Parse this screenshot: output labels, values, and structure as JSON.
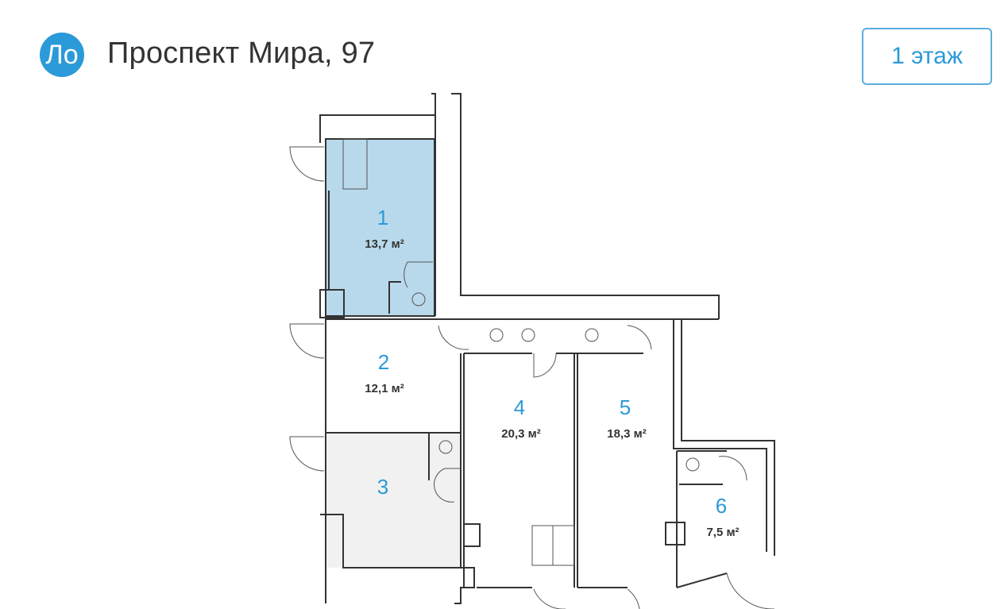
{
  "header": {
    "logo_text": "Ло",
    "title": "Проспект Мира, 97",
    "floor_button": "1 этаж"
  },
  "colors": {
    "accent": "#2b9ad8",
    "room_selected": "#b8d9ec",
    "room_grey": "#f1f1f1"
  },
  "rooms": [
    {
      "number": "1",
      "area": "13,7 м²"
    },
    {
      "number": "2",
      "area": "12,1 м²"
    },
    {
      "number": "3",
      "area": ""
    },
    {
      "number": "4",
      "area": "20,3 м²"
    },
    {
      "number": "5",
      "area": "18,3 м²"
    },
    {
      "number": "6",
      "area": "7,5 м²"
    }
  ]
}
